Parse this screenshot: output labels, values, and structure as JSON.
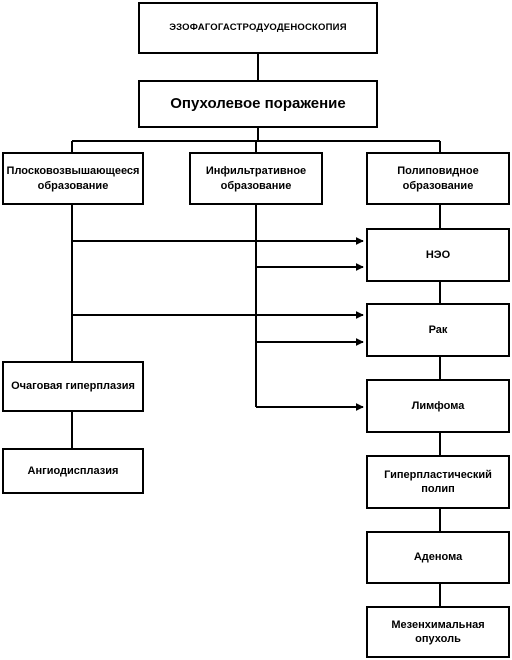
{
  "nodes": {
    "root": "ЭЗОФАГОГАСТРОДУОДЕНОСКОПИЯ",
    "tumor_lesion": "Опухолевое поражение",
    "flat_elevated": "Плосковозвышающееся образование",
    "infiltrative": "Инфильтративное образование",
    "polypoid": "Полиповидное образование",
    "neo": "НЭО",
    "cancer": "Рак",
    "lymphoma": "Лимфома",
    "focal_hyperplasia": "Очаговая гиперплазия",
    "angiodysplasia": "Ангиодисплазия",
    "hyperplastic_polyp": "Гиперпластический полип",
    "adenoma": "Аденома",
    "mesenchymal_tumor": "Мезенхимальная опухоль"
  }
}
